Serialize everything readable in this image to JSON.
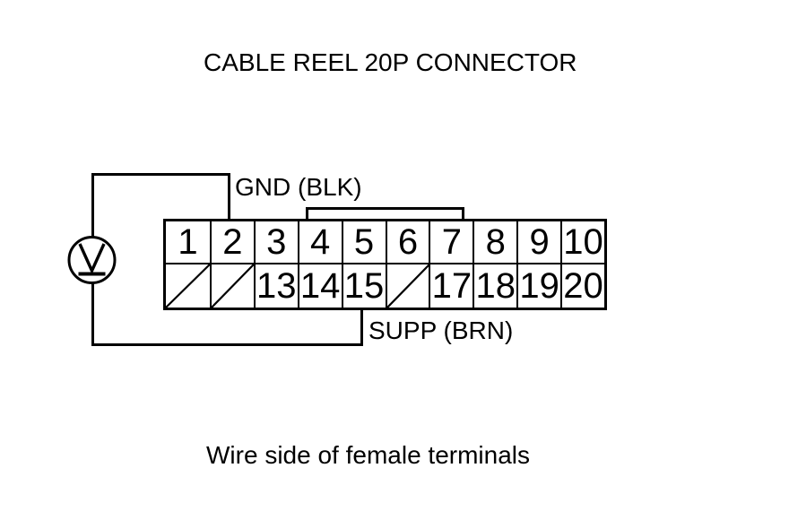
{
  "title": "CABLE REEL 20P CONNECTOR",
  "caption": "Wire side of female terminals",
  "wires": {
    "gnd_label": "GND (BLK)",
    "supp_label": "SUPP (BRN)"
  },
  "meter": {
    "type": "voltmeter",
    "symbol": "V"
  },
  "connector": {
    "top_row": [
      "1",
      "2",
      "3",
      "4",
      "5",
      "6",
      "7",
      "8",
      "9",
      "10"
    ],
    "bottom_row": [
      "",
      "",
      "13",
      "14",
      "15",
      "",
      "17",
      "18",
      "19",
      "20"
    ],
    "bottom_row_blocked": [
      true,
      true,
      false,
      false,
      false,
      true,
      false,
      false,
      false,
      false
    ]
  },
  "colors": {
    "line": "#000000",
    "background": "#ffffff"
  }
}
